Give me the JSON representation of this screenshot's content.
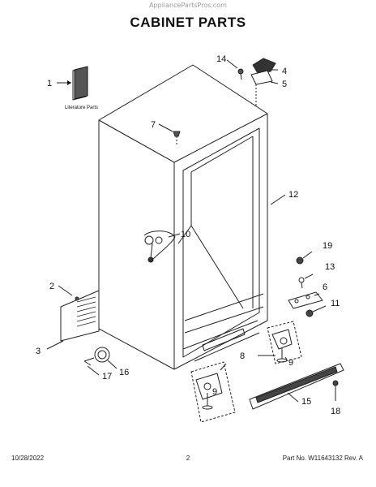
{
  "header": {
    "watermark": "AppliancePartsPros.com",
    "title": "CABINET PARTS"
  },
  "callouts": {
    "c1": "1",
    "c2": "2",
    "c3": "3",
    "c4": "4",
    "c5": "5",
    "c6": "6",
    "c7": "7",
    "c8": "8",
    "c9a": "9",
    "c9b": "9",
    "c10": "10",
    "c11": "11",
    "c12": "12",
    "c13": "13",
    "c14": "14",
    "c15": "15",
    "c16": "16",
    "c17": "17",
    "c18": "18",
    "c19": "19"
  },
  "literature_label": "Literature Parts",
  "footer": {
    "date": "10/28/2022",
    "page": "2",
    "part_no": "Part No.  W11643132  Rev.  A"
  }
}
